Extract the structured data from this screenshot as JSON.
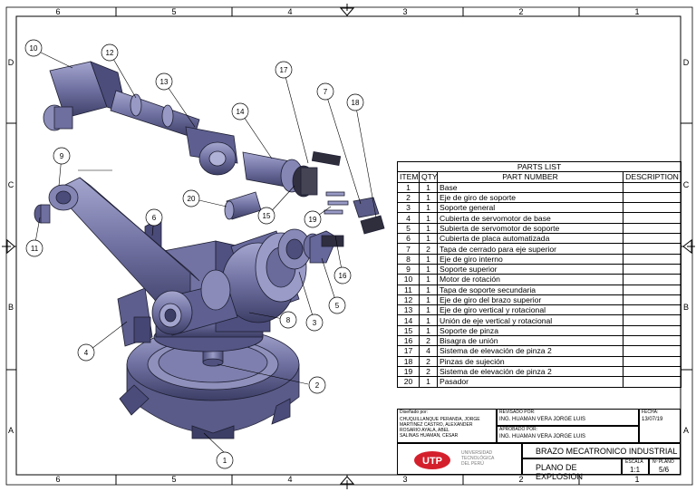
{
  "zone_columns": [
    "6",
    "5",
    "4",
    "3",
    "2",
    "1"
  ],
  "zone_rows": [
    "D",
    "C",
    "B",
    "A"
  ],
  "balloons": [
    {
      "n": "1"
    },
    {
      "n": "2"
    },
    {
      "n": "3"
    },
    {
      "n": "4"
    },
    {
      "n": "5"
    },
    {
      "n": "6"
    },
    {
      "n": "7"
    },
    {
      "n": "8"
    },
    {
      "n": "9"
    },
    {
      "n": "10"
    },
    {
      "n": "11"
    },
    {
      "n": "12"
    },
    {
      "n": "13"
    },
    {
      "n": "14"
    },
    {
      "n": "15"
    },
    {
      "n": "16"
    },
    {
      "n": "17"
    },
    {
      "n": "18"
    },
    {
      "n": "19"
    },
    {
      "n": "20"
    }
  ],
  "parts_list": {
    "title": "PARTS LIST",
    "headers": [
      "ITEM",
      "QTY",
      "PART NUMBER",
      "DESCRIPTION"
    ],
    "rows": [
      {
        "item": "1",
        "qty": "1",
        "part": "Base"
      },
      {
        "item": "2",
        "qty": "1",
        "part": "Eje de giro de soporte"
      },
      {
        "item": "3",
        "qty": "1",
        "part": "Soporte general"
      },
      {
        "item": "4",
        "qty": "1",
        "part": "Cubierta de servomotor de base"
      },
      {
        "item": "5",
        "qty": "1",
        "part": "Subierta de servomotor de soporte"
      },
      {
        "item": "6",
        "qty": "1",
        "part": "Cubierta de placa automatizada"
      },
      {
        "item": "7",
        "qty": "2",
        "part": "Tapa de cerrado para eje superior"
      },
      {
        "item": "8",
        "qty": "1",
        "part": "Eje de giro interno"
      },
      {
        "item": "9",
        "qty": "1",
        "part": "Soporte superior"
      },
      {
        "item": "10",
        "qty": "1",
        "part": "Motor de rotación"
      },
      {
        "item": "11",
        "qty": "1",
        "part": "Tapa de soporte secundaria"
      },
      {
        "item": "12",
        "qty": "1",
        "part": "Eje de giro del brazo superior"
      },
      {
        "item": "13",
        "qty": "1",
        "part": "Eje de giro vertical y rotacional"
      },
      {
        "item": "14",
        "qty": "1",
        "part": "Unión de eje vertical y rotacional"
      },
      {
        "item": "15",
        "qty": "1",
        "part": "Soporte de pinza"
      },
      {
        "item": "16",
        "qty": "2",
        "part": "Bisagra de unión"
      },
      {
        "item": "17",
        "qty": "4",
        "part": "Sistema de elevación de pinza 2"
      },
      {
        "item": "18",
        "qty": "2",
        "part": "Pinzas de sujeción"
      },
      {
        "item": "19",
        "qty": "2",
        "part": "Sistema de elevación de pinza 2"
      },
      {
        "item": "20",
        "qty": "1",
        "part": "Pasador"
      }
    ]
  },
  "title_block": {
    "drawn_label": "Diseñado por:",
    "drawn_names": [
      "CHUQUILLANQUE PERANDA, JORGE",
      "MARTINEZ CASTRO, ALEXANDER",
      "ROSARIO AYALA, ABEL",
      "SALINAS HUAMAN, CESAR"
    ],
    "reviewed_label": "REVISADO POR:",
    "reviewed_name": "ING. HUAMAN VERA JORGE LUIS",
    "approved_label": "APROBADO POR:",
    "approved_name": "ING. HUAMAN VERA JORGE LUIS",
    "date_label": "FECHA:",
    "date": "13/07/19",
    "logo_text": "UTP",
    "university": [
      "UNIVERSIDAD",
      "TECNOLÓGICA",
      "DEL PERÚ"
    ],
    "project_title": "BRAZO MECATRONICO INDUSTRIAL",
    "drawing_title": "PLANO DE EXPLOSION",
    "scale_label": "ESCALA",
    "scale": "1:1",
    "sheet_label": "Nº PLANO",
    "sheet": "5/6"
  },
  "colors": {
    "part_fill": "#6f70a0",
    "part_light": "#9a9bc6",
    "part_dark": "#3d3e66",
    "line": "#000000"
  }
}
